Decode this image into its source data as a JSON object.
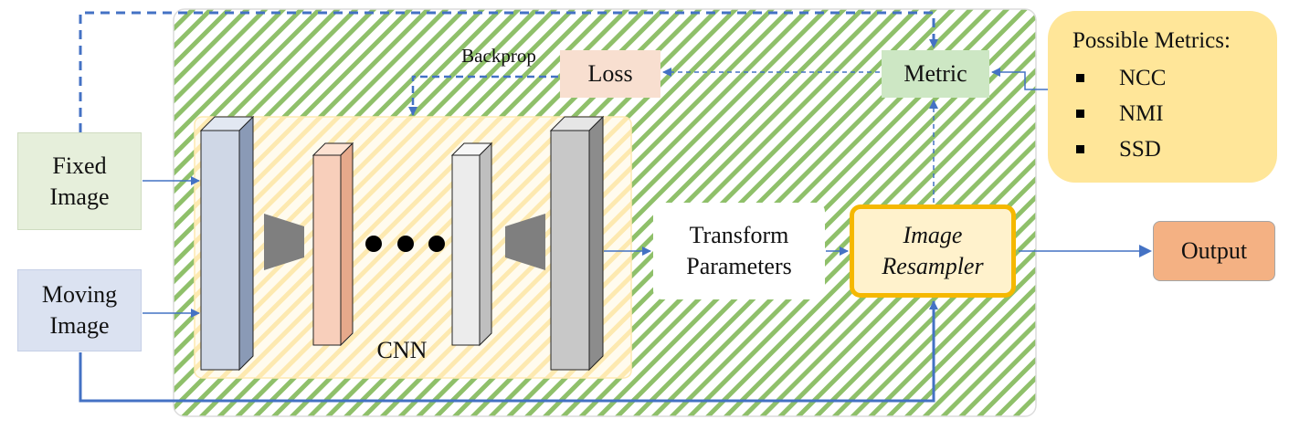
{
  "inputs": {
    "fixed_image": "Fixed\nImage",
    "moving_image": "Moving\nImage"
  },
  "loss_label": "Loss",
  "metric_label": "Metric",
  "backprop_label": "Backprop",
  "cnn_label": "CNN",
  "transform_label": "Transform\nParameters",
  "resampler_label": "Image\nResampler",
  "output_label": "Output",
  "possible_metrics": {
    "title": "Possible Metrics:",
    "items": [
      "NCC",
      "NMI",
      "SSD"
    ]
  },
  "colors": {
    "hatch_green": "#70ad47",
    "hatch_yellow": "#ffe699",
    "arrow_blue": "#4472c4",
    "resampler_border": "#f5b800",
    "output_fill": "#f4b183",
    "fixed_fill": "#e6efdb",
    "moving_fill": "#dbe2f1",
    "loss_fill": "#f8dfd0",
    "metric_fill": "#cde7c4",
    "metrics_panel_fill": "#ffe699"
  }
}
